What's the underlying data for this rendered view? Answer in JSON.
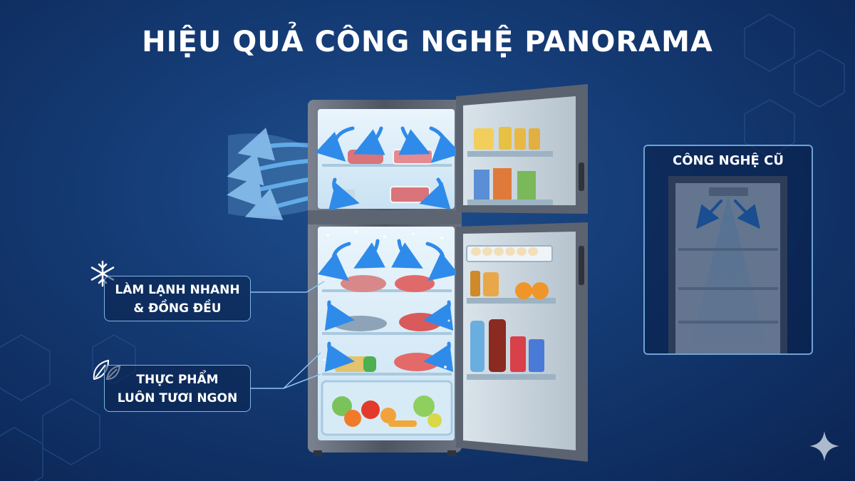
{
  "title": "HIỆU QUẢ CÔNG NGHỆ PANORAMA",
  "callouts": {
    "fast_cooling": {
      "line1": "LÀM LẠNH NHANH",
      "line2": "& ĐỒNG ĐỀU",
      "icon": "snowflake-icon"
    },
    "fresh_food": {
      "line1": "THỰC PHẨM",
      "line2": "LUÔN TƯƠI NGON",
      "icon": "leaf-icon"
    }
  },
  "old_tech": {
    "title": "CÔNG NGHỆ CŨ"
  },
  "colors": {
    "background": "#143a73",
    "airflow": "#4aa3ff",
    "fridge_body": "#5b6270",
    "fridge_inside": "#dcecf7"
  },
  "icons": [
    "snowflake-icon",
    "leaf-icon",
    "sparkle-icon"
  ]
}
